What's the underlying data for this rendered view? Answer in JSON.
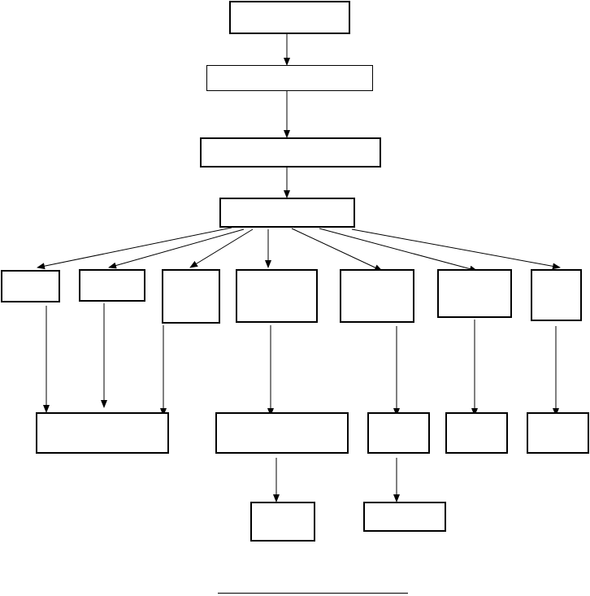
{
  "diagram": {
    "type": "flowchart",
    "colors": {
      "line": "#000000",
      "box_fill": "#ffffff"
    },
    "nodes": [
      {
        "id": "top",
        "label": ""
      },
      {
        "id": "level-2",
        "label": ""
      },
      {
        "id": "level-3",
        "label": ""
      },
      {
        "id": "hub",
        "label": ""
      },
      {
        "id": "branch-1",
        "label": ""
      },
      {
        "id": "branch-2",
        "label": ""
      },
      {
        "id": "branch-3",
        "label": ""
      },
      {
        "id": "branch-4",
        "label": ""
      },
      {
        "id": "branch-5",
        "label": ""
      },
      {
        "id": "branch-6",
        "label": ""
      },
      {
        "id": "branch-7",
        "label": ""
      },
      {
        "id": "merge-left",
        "label": ""
      },
      {
        "id": "merge-center",
        "label": ""
      },
      {
        "id": "result-5",
        "label": ""
      },
      {
        "id": "result-6",
        "label": ""
      },
      {
        "id": "result-7",
        "label": ""
      },
      {
        "id": "final-center",
        "label": ""
      },
      {
        "id": "final-5",
        "label": ""
      }
    ],
    "edges": [
      {
        "from": "top",
        "to": "level-2"
      },
      {
        "from": "level-2",
        "to": "level-3"
      },
      {
        "from": "level-3",
        "to": "hub"
      },
      {
        "from": "hub",
        "to": "branch-1"
      },
      {
        "from": "hub",
        "to": "branch-2"
      },
      {
        "from": "hub",
        "to": "branch-3"
      },
      {
        "from": "hub",
        "to": "branch-4"
      },
      {
        "from": "hub",
        "to": "branch-5"
      },
      {
        "from": "hub",
        "to": "branch-6"
      },
      {
        "from": "hub",
        "to": "branch-7"
      },
      {
        "from": "branch-1",
        "to": "merge-left"
      },
      {
        "from": "branch-2",
        "to": "merge-left"
      },
      {
        "from": "branch-3",
        "to": "merge-left"
      },
      {
        "from": "branch-4",
        "to": "merge-center"
      },
      {
        "from": "branch-5",
        "to": "result-5"
      },
      {
        "from": "branch-6",
        "to": "result-6"
      },
      {
        "from": "branch-7",
        "to": "result-7"
      },
      {
        "from": "merge-center",
        "to": "final-center"
      },
      {
        "from": "result-5",
        "to": "final-5"
      }
    ]
  }
}
